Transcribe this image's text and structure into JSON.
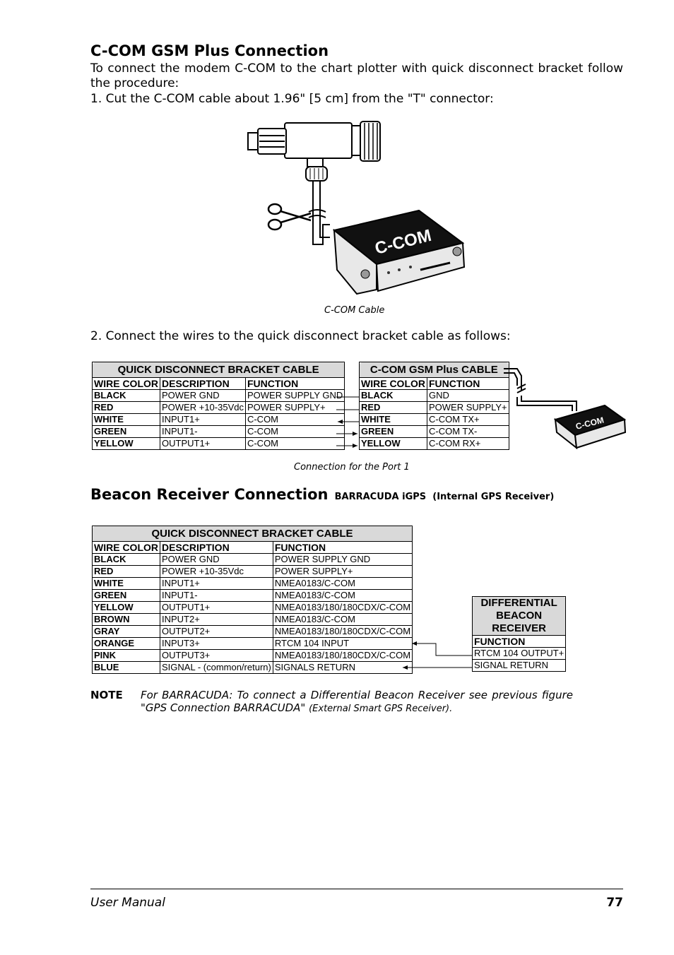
{
  "section1": {
    "title": "C-COM GSM Plus Connection",
    "intro": "To connect the modem C-COM to the chart plotter with quick disconnect bracket follow the procedure:",
    "step1": "1. Cut the C-COM cable about 1.96\" [5 cm] from the \"T\" connector:",
    "figure_label": "C-COM",
    "figure_caption": "C-COM Cable",
    "step2": "2. Connect the wires to the quick disconnect bracket cable as follows:"
  },
  "port1": {
    "left_table": {
      "title": "QUICK DISCONNECT BRACKET CABLE",
      "headers": [
        "WIRE COLOR",
        "DESCRIPTION",
        "FUNCTION"
      ],
      "rows": [
        [
          "BLACK",
          "POWER GND",
          "POWER SUPPLY GND"
        ],
        [
          "RED",
          "POWER +10-35Vdc",
          "POWER SUPPLY+"
        ],
        [
          "WHITE",
          "INPUT1+",
          "C-COM"
        ],
        [
          "GREEN",
          "INPUT1-",
          "C-COM"
        ],
        [
          "YELLOW",
          "OUTPUT1+",
          "C-COM"
        ]
      ]
    },
    "right_table": {
      "title": "C-COM GSM Plus CABLE",
      "headers": [
        "WIRE COLOR",
        "FUNCTION"
      ],
      "rows": [
        [
          "BLACK",
          "GND"
        ],
        [
          "RED",
          "POWER SUPPLY+"
        ],
        [
          "WHITE",
          "C-COM TX+"
        ],
        [
          "GREEN",
          "C-COM TX-"
        ],
        [
          "YELLOW",
          "C-COM RX+"
        ]
      ]
    },
    "device_label": "C-COM",
    "caption": "Connection for the Port 1"
  },
  "section2": {
    "title": "Beacon Receiver Connection",
    "subtitle_a": "BARRACUDA iGPS",
    "subtitle_b": "(Internal GPS Receiver)",
    "table": {
      "title": "QUICK DISCONNECT BRACKET CABLE",
      "headers": [
        "WIRE COLOR",
        "DESCRIPTION",
        "FUNCTION"
      ],
      "rows": [
        [
          "BLACK",
          "POWER GND",
          "POWER SUPPLY GND"
        ],
        [
          "RED",
          "POWER +10-35Vdc",
          "POWER SUPPLY+"
        ],
        [
          "WHITE",
          "INPUT1+",
          "NMEA0183/C-COM"
        ],
        [
          "GREEN",
          "INPUT1-",
          "NMEA0183/C-COM"
        ],
        [
          "YELLOW",
          "OUTPUT1+",
          "NMEA0183/180/180CDX/C-COM"
        ],
        [
          "BROWN",
          "INPUT2+",
          "NMEA0183/C-COM"
        ],
        [
          "GRAY",
          "OUTPUT2+",
          "NMEA0183/180/180CDX/C-COM"
        ],
        [
          "ORANGE",
          "INPUT3+",
          "RTCM 104 INPUT"
        ],
        [
          "PINK",
          "OUTPUT3+",
          "NMEA0183/180/180CDX/C-COM"
        ],
        [
          "BLUE",
          "SIGNAL - (common/return)",
          "SIGNALS RETURN"
        ]
      ]
    },
    "beacon_table": {
      "title": "DIFFERENTIAL BEACON RECEIVER",
      "header": "FUNCTION",
      "rows": [
        "RTCM 104 OUTPUT+",
        "SIGNAL RETURN"
      ]
    }
  },
  "note": {
    "label": "NOTE",
    "text": "For BARRACUDA: To connect a Differential Beacon Receiver see previous figure \"GPS Connection BARRACUDA\"",
    "small": "(External Smart GPS Receiver)."
  },
  "footer": {
    "left": "User Manual",
    "page": "77"
  }
}
